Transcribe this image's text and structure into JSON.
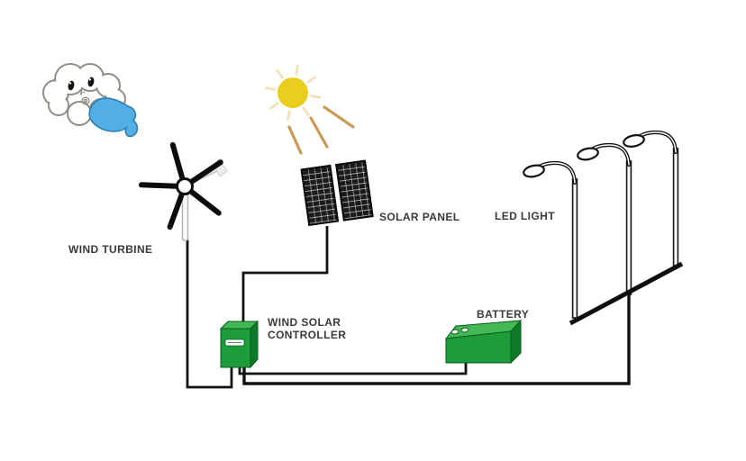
{
  "labels": {
    "wind_turbine": "WIND TURBINE",
    "solar_panel": "SOLAR PANEL",
    "led_light": "LED LIGHT",
    "controller_line1": "WIND SOLAR",
    "controller_line2": "CONTROLLER",
    "battery": "BATTERY"
  },
  "icons": {
    "wind_cloud": "cloud-blowing-wind-icon",
    "sun": "sun-with-rays-icon",
    "wind_turbine": "five-blade-wind-turbine-icon",
    "solar_panel": "two-module-solar-array-icon",
    "controller": "green-controller-box-icon",
    "battery": "green-battery-box-icon",
    "led_lights": "three-street-light-poles-icon"
  },
  "colors": {
    "bg": "#ffffff",
    "wire": "#121212",
    "label_text": "#3a3a3a",
    "sun_core": "#eace1e",
    "sun_short_ray": "#f0e3ba",
    "sun_long_ray": "#c99b57",
    "swoosh_fill": "#53aee3",
    "swoosh_stroke": "#2b7fb3",
    "cloud_stroke": "#8f8f85",
    "turbine_blade": "#0c0c0c",
    "panel_fill": "#1b1b1b",
    "green_front": "#1e9c3a",
    "green_top": "#43b854",
    "green_side": "#0c7a26"
  }
}
